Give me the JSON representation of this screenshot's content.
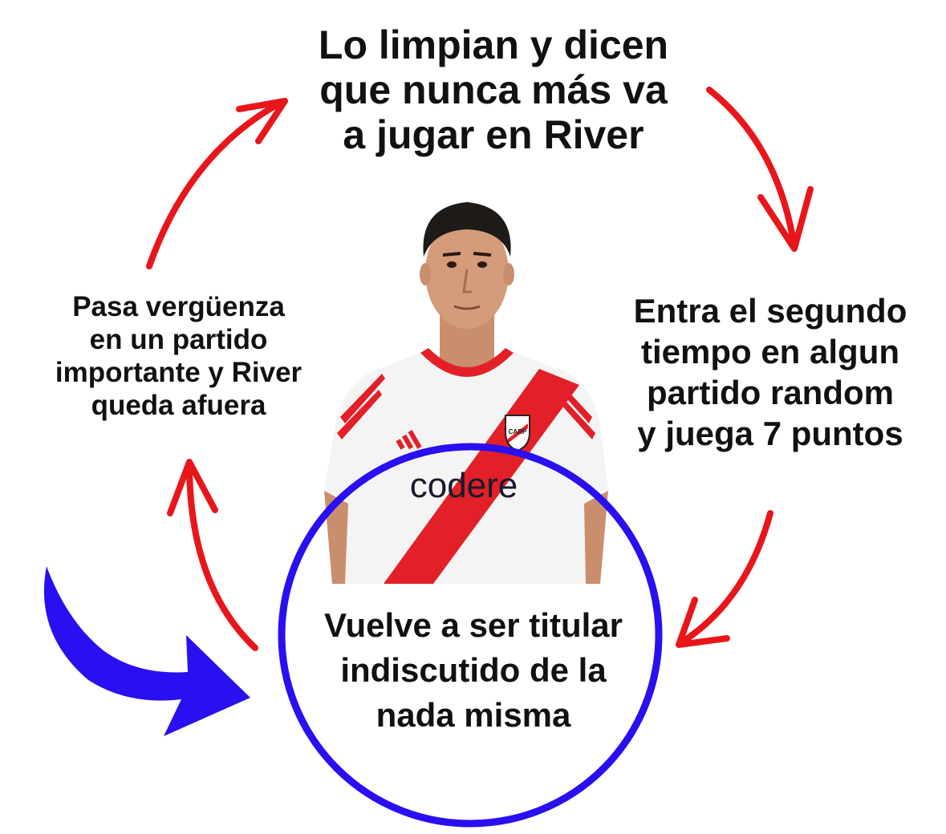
{
  "cycle": {
    "top": "Lo limpian y dicen\nque nunca más va\na jugar en River",
    "right": "Entra el segundo\ntiempo en algun\npartido random\ny juega 7 puntos",
    "left": "Pasa vergüenza\nen un partido\nimportante y River\nqueda afuera",
    "bottom": "Vuelve a ser titular\nindiscutido de la\nnada misma"
  },
  "player": {
    "shirt_sponsor": "codere",
    "crest_letters": "CARP"
  },
  "colors": {
    "arrow_red": "#e8161b",
    "highlight_blue": "#2a0ff0",
    "shirt_white": "#f4f4f4",
    "shirt_red": "#e32027"
  }
}
